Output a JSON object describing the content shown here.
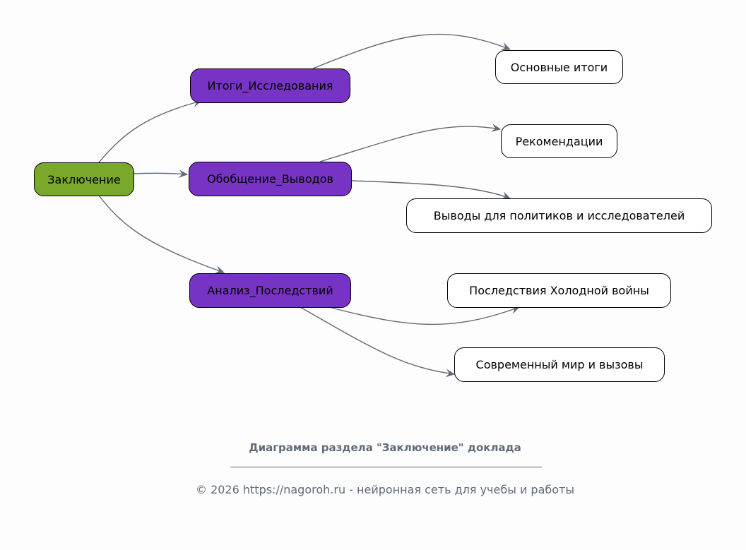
{
  "diagram": {
    "root": {
      "label": "Заключение",
      "color": "#7aa82b"
    },
    "branches": [
      {
        "label": "Итоги_Исследования",
        "children": [
          "Основные итоги"
        ]
      },
      {
        "label": "Обобщение_Выводов",
        "children": [
          "Рекомендации",
          "Выводы для политиков и исследователей"
        ]
      },
      {
        "label": "Анализ_Последствий",
        "children": [
          "Последствия Холодной войны",
          "Современный мир и вызовы"
        ]
      }
    ],
    "branch_color": "#7734c4",
    "edge_color": "#5f6b78"
  },
  "footer": {
    "title": "Диаграмма раздела \"Заключение\" доклада",
    "copyright": "© 2026 https://nagoroh.ru - нейронная сеть для учебы и работы"
  }
}
